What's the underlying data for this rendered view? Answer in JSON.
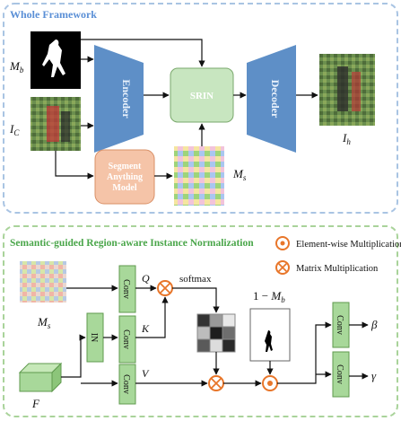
{
  "top": {
    "title": "Whole Framework",
    "inputs": {
      "mask": "M_b",
      "image": "I_C"
    },
    "encoder": "Encoder",
    "srin": "SRIN",
    "decoder": "Decoder",
    "sam": {
      "line1": "Segment",
      "line2": "Anything",
      "line3": "Model"
    },
    "sam_output": "M_s",
    "output": "I_h"
  },
  "bottom": {
    "title": "Semantic-guided Region-aware Instance Normalization",
    "legend": {
      "elementwise": "Element-wise Multiplication",
      "matrix": "Matrix Multiplication"
    },
    "inputs": {
      "seg": "M_s",
      "feat": "F"
    },
    "in_label": "IN",
    "conv_label": "Conv",
    "q": "Q",
    "k": "K",
    "v": "V",
    "softmax": "softmax",
    "one_minus": "1 − M_b",
    "beta": "β",
    "gamma": "γ"
  },
  "colors": {
    "panel_border": "#a9c4e3",
    "title_blue": "#5a8fd6",
    "bottom_border": "#a9d39a",
    "title_green": "#4aa64a",
    "encoder_fill": "#5e8fc7",
    "srin_fill": "#c8e6c0",
    "sam_fill": "#f5c4a8",
    "conv_fill": "#a8d89a",
    "mult_orange": "#e8762a"
  }
}
